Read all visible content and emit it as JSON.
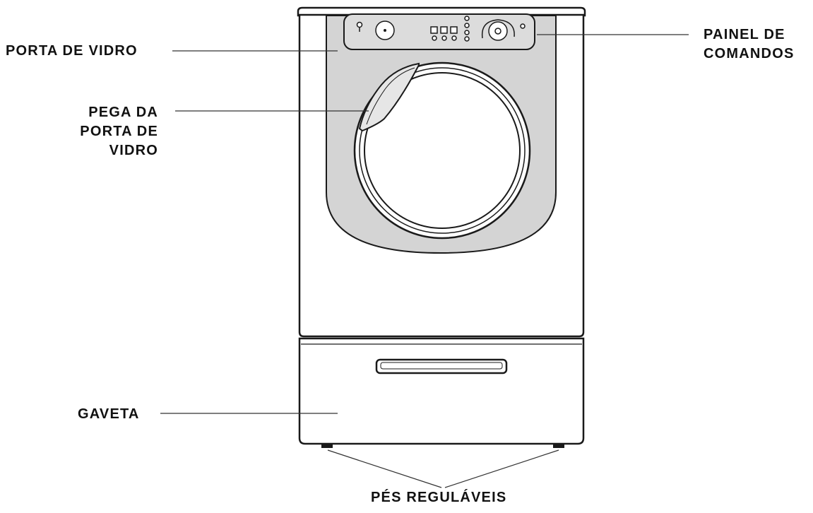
{
  "labels": {
    "glass_door": "PORTA DE VIDRO",
    "door_handle": [
      "PEGA DA",
      "PORTA DE",
      "VIDRO"
    ],
    "control_panel": [
      "PAINEL DE",
      "COMANDOS"
    ],
    "drawer": "GAVETA",
    "adjustable_feet": "PÉS REGULÁVEIS"
  },
  "colors": {
    "outline": "#1a1a1a",
    "door_panel": "#d4d4d4",
    "body": "#ffffff",
    "text": "#111111"
  }
}
